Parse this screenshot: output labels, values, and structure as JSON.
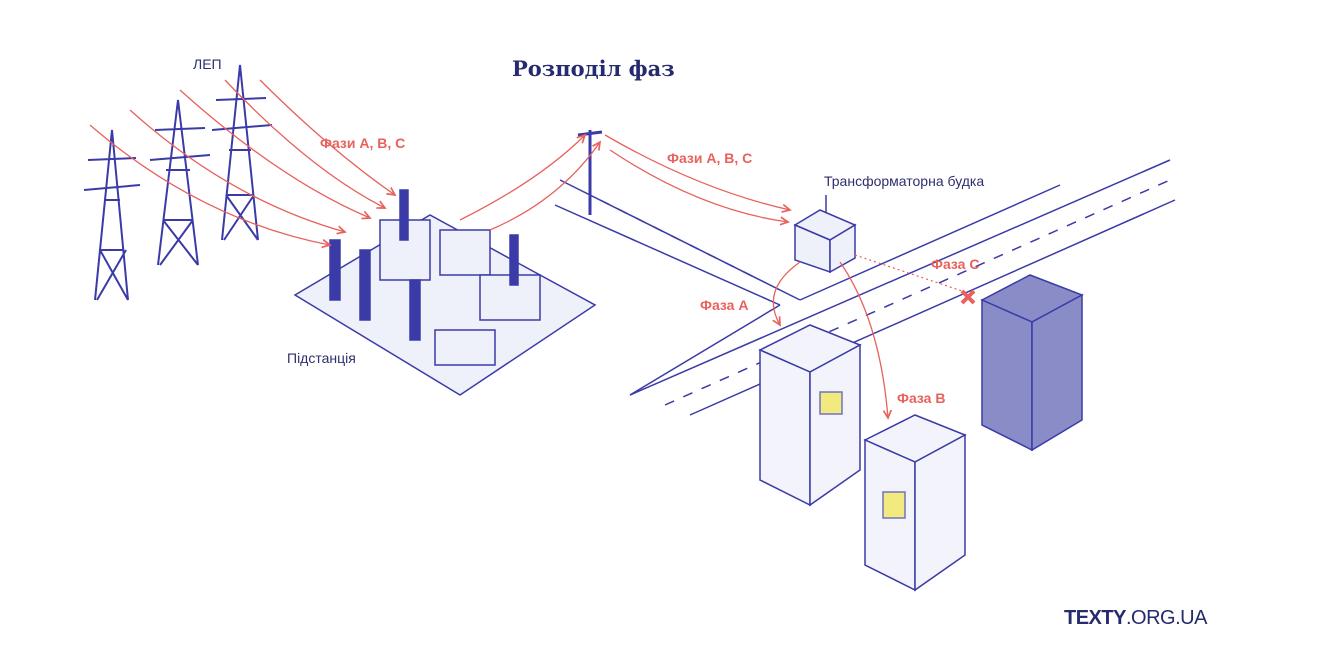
{
  "title": "Розподіл фаз",
  "labels": {
    "lep": "ЛЕП",
    "phases_1": "Фази А, В, С",
    "phases_2": "Фази А, В, С",
    "transformer": "Трансформаторна будка",
    "substation": "Підстанція",
    "phase_a": "Фаза А",
    "phase_b": "Фаза В",
    "phase_c": "Фаза С"
  },
  "logo": {
    "bold": "TEXTY",
    "rest": ".ORG.UA"
  },
  "colors": {
    "ink": "#3b3ba8",
    "navy": "#262a6e",
    "red": "#e8615c",
    "highlight": "#f2e64a"
  }
}
